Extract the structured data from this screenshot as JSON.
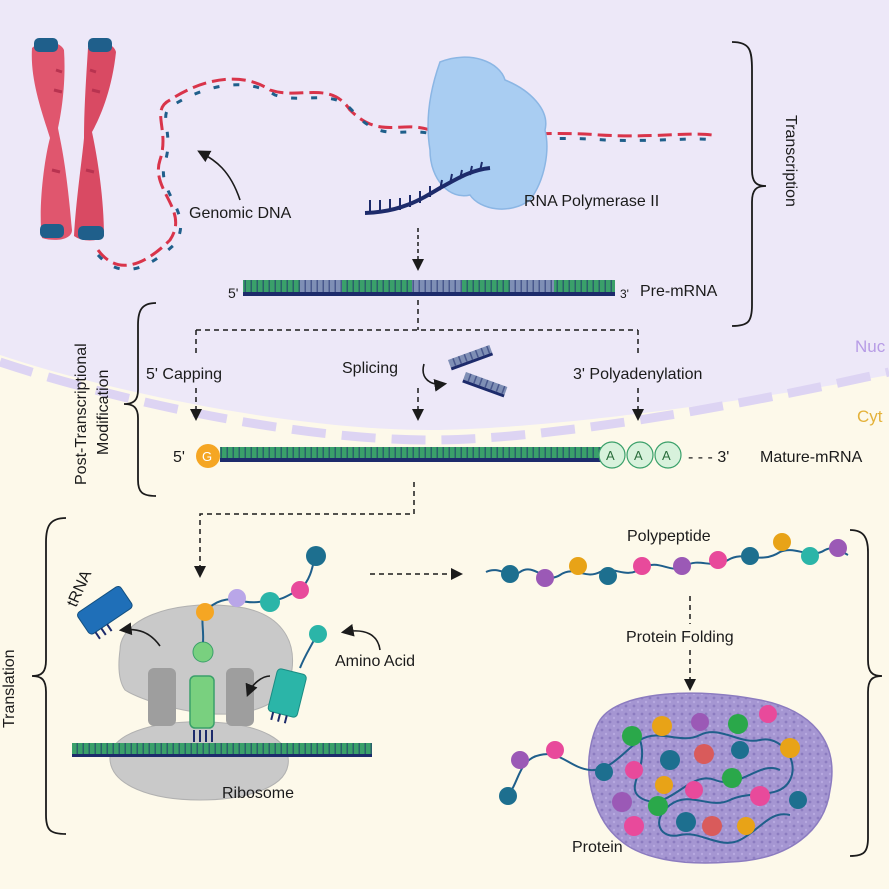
{
  "labels": {
    "genomic_dna": "Genomic DNA",
    "rna_polymerase": "RNA Polymerase II",
    "pre_mrna": "Pre-mRNA",
    "pre_5prime": "5'",
    "pre_3prime": "3'",
    "transcription": "Transcription",
    "post_mod_line1": "Post-Transcriptional",
    "post_mod_line2": "Modification",
    "capping": "5' Capping",
    "splicing": "Splicing",
    "polyadenylation": "3' Polyadenylation",
    "nucleus_partial": "Nuc",
    "cytoplasm_partial": "Cyt",
    "mature_5prime": "5'",
    "cap_letter": "G",
    "poly_a": [
      "A",
      "A",
      "A"
    ],
    "mature_3prime": "- - - 3'",
    "mature_mrna": "Mature-mRNA",
    "translation": "Translation",
    "trna": "tRNA",
    "amino_acid": "Amino Acid",
    "ribosome": "Ribosome",
    "polypeptide": "Polypeptide",
    "protein_folding": "Protein Folding",
    "protein": "Protein"
  },
  "colors": {
    "nucleus_bg": "#ede8f8",
    "cytoplasm_bg": "#fdf9ea",
    "dna_red": "#d9344a",
    "dna_blue": "#1f5f8b",
    "chromosome": "#e0566e",
    "polymerase": "#a9cdf2",
    "mrna_green": "#3aa06a",
    "mrna_navy": "#1d2b6b",
    "cap_orange": "#f5a623",
    "polya_green": "#d8f2dc",
    "ribosome_gray": "#c9c9c9",
    "trna_blue": "#1f6fb8",
    "aa_teal": "#2bb5a8",
    "protein_blob": "#9b8cc9"
  },
  "beads": {
    "colors": [
      "#1d6f8f",
      "#9b59b6",
      "#e8a317",
      "#e84a9b",
      "#2aa84a",
      "#d95b5b",
      "#2bb5a8",
      "#b9a6e8"
    ]
  }
}
